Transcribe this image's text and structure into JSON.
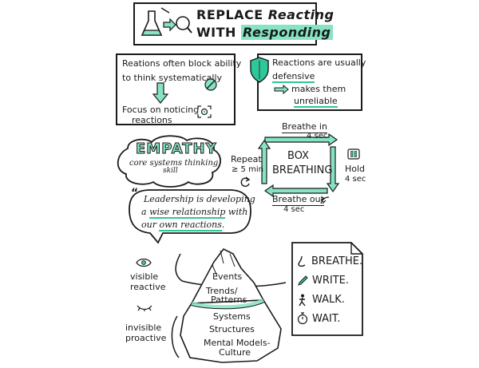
{
  "title": {
    "line1_a": "REPLACE ",
    "line1_b": "Reacting",
    "line2_a": "WITH ",
    "line2_b": "Responding"
  },
  "block_box": {
    "line1": "Reations often block ability",
    "line2": "to think systematically",
    "focus1": "Focus on noticing",
    "focus2": "reactions"
  },
  "defensive_box": {
    "line1": "Reactions are usually",
    "word": "defensive",
    "makes": "makes them",
    "unreliable": "unreliable"
  },
  "empathy": {
    "heading": "EMPATHY",
    "sub1": "core systems thinking",
    "sub2": "skill"
  },
  "breathing": {
    "top1": "Breathe in",
    "top2": "4 sec",
    "center1": "BOX",
    "center2": "BREATHING",
    "right1": "Hold",
    "right2": "4 sec",
    "bottom1": "Breathe out",
    "bottom2": "4 sec",
    "left1": "Repeat",
    "left2": "≥ 5 min"
  },
  "quote": {
    "line1": "Leadership is developing",
    "line2_a": "a ",
    "line2_b": "wise relationship",
    "line2_c": " with",
    "line3_a": "our ",
    "line3_b": "own reactions",
    "line3_c": "."
  },
  "iceberg": {
    "visible1": "visible",
    "visible2": "reactive",
    "invisible1": "invisible",
    "invisible2": "proactive",
    "events": "Events",
    "trends1": "Trends/",
    "trends2": "Patterns",
    "systems": "Systems",
    "structures": "Structures",
    "models1": "Mental Models-",
    "models2": "Culture"
  },
  "actions": {
    "items": [
      {
        "label": "BREATHE.",
        "icon": "nose-icon"
      },
      {
        "label": "WRITE.",
        "icon": "pen-icon"
      },
      {
        "label": "WALK.",
        "icon": "walking-person-icon"
      },
      {
        "label": "WAIT.",
        "icon": "stopwatch-icon"
      }
    ]
  },
  "colors": {
    "accent": "#86e3c3",
    "accent_dark": "#2ec79a",
    "ink": "#1a1a1a"
  }
}
